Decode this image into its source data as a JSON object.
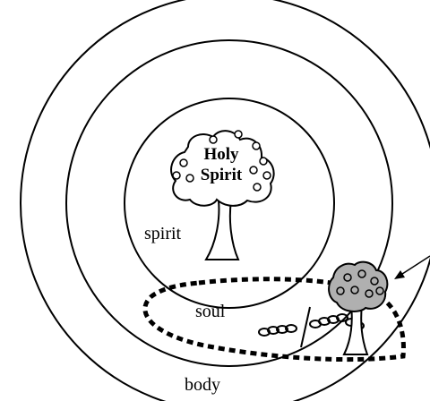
{
  "labels": {
    "tree_top": "Holy",
    "tree_bottom": "Spirit",
    "spirit": "spirit",
    "soul": "soul",
    "body": "body"
  },
  "colors": {
    "stroke": "#000000",
    "background": "#ffffff",
    "small_tree_fill": "#b0b0b0"
  }
}
